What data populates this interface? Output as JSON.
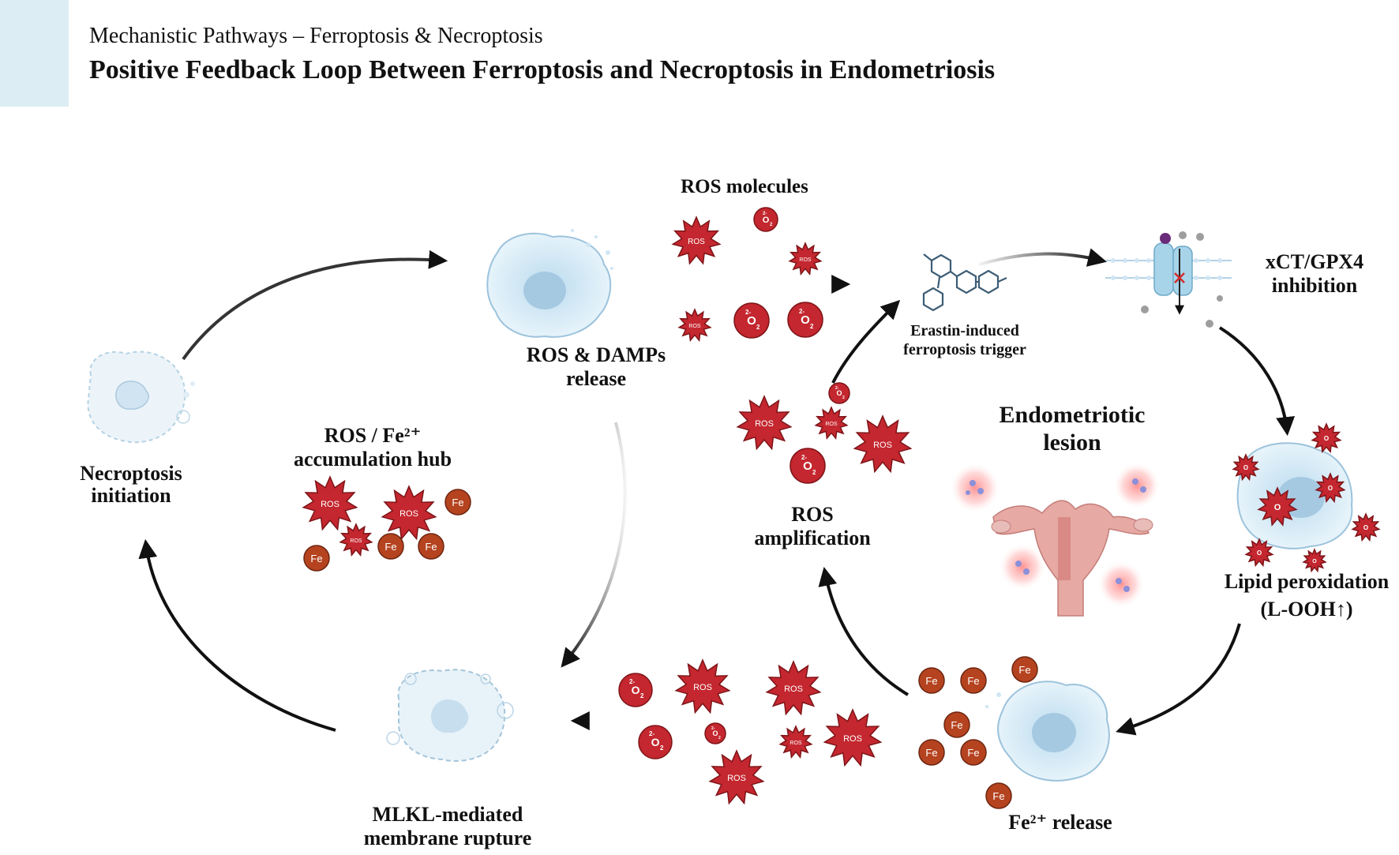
{
  "header": {
    "subtitle": "Mechanistic Pathways – Ferroptosis & Necroptosis",
    "title": "Positive Feedback Loop Between Ferroptosis and Necroptosis in Endometriosis"
  },
  "labels": {
    "ros_molecules": "ROS molecules",
    "ros_damps_line1": "ROS & DAMPs",
    "ros_damps_line2": "release",
    "erastin_line1": "Erastin-induced",
    "erastin_line2": "ferroptosis trigger",
    "xct_line1": "xCT/GPX4",
    "xct_line2": "inhibition",
    "necroptosis_line1": "Necroptosis",
    "necroptosis_line2": "initiation",
    "hub_line1": "ROS / Fe²⁺",
    "hub_line2": "accumulation hub",
    "ros_amp_line1": "ROS",
    "ros_amp_line2": "amplification",
    "lesion_line1": "Endometriotic",
    "lesion_line2": "lesion",
    "lipid_line1": "Lipid peroxidation",
    "lipid_line2": "(L-OOH↑)",
    "mlkl_line1": "MLKL-mediated",
    "mlkl_line2": "membrane rupture",
    "fe_release": "Fe²⁺ release"
  },
  "glyphs": {
    "ros": "ROS",
    "fe": "Fe",
    "o2": "O",
    "o2_sub": "2",
    "o2_sup": "2-"
  },
  "colors": {
    "header_accent": "#dceef3",
    "ros_red": "#c4272f",
    "fe_orange": "#b5431f",
    "cell_blue": "#cfe5f3",
    "arrow": "#111111"
  }
}
